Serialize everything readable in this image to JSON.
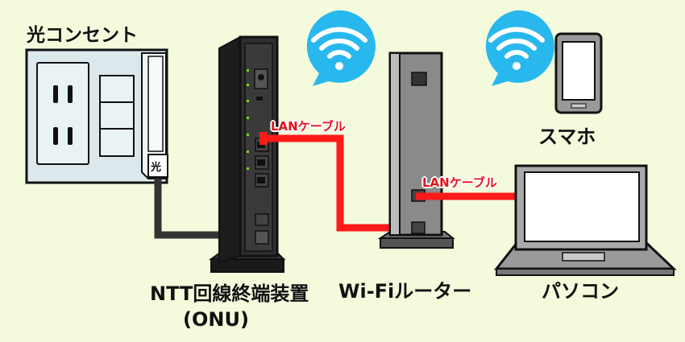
{
  "labels": {
    "outlet": "光コンセント",
    "outlet_mark": "光",
    "onu_line1": "NTT回線終端装置",
    "onu_line2": "(ONU)",
    "router": "Wi-Fiルーター",
    "smartphone": "スマホ",
    "pc": "パソコン",
    "cable1": "LANケーブル",
    "cable2": "LANケーブル"
  },
  "colors": {
    "background": "#f4fbdc",
    "cable_lan": "#ff1a1a",
    "cable_fiber": "#333333",
    "wifi_bubble": "#29b8ee",
    "onu_body": "#2a2a2a",
    "router_body": "#8a8a8a",
    "outlet_plate": "#dce9ec"
  },
  "icons": [
    "wifi-icon",
    "wifi-icon"
  ]
}
